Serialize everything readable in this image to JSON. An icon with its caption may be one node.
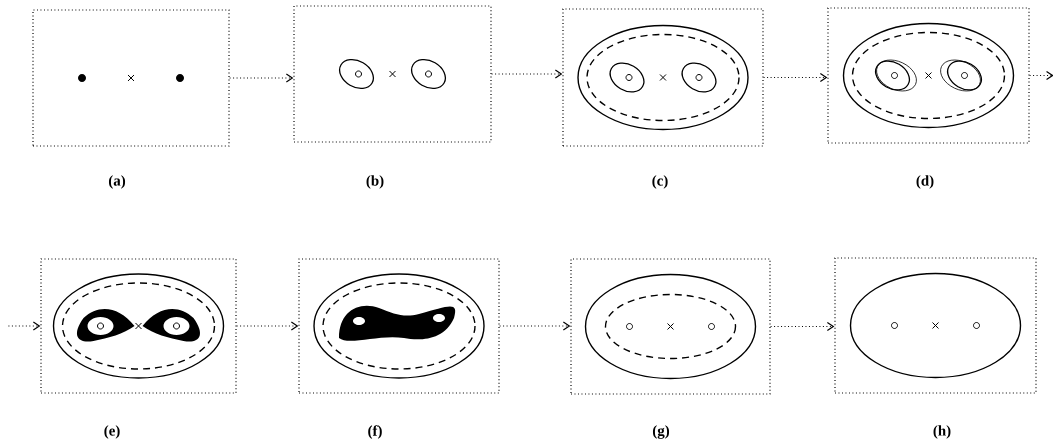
{
  "diagram": {
    "nodes": [
      {
        "text": [],
        "shape": "box",
        "beside": [
          "(a)"
        ]
      },
      {
        "text": [],
        "shape": "box",
        "beside": [
          "(b)"
        ]
      },
      {
        "text": [],
        "shape": "box",
        "beside": [
          "(c)"
        ]
      },
      {
        "text": [],
        "shape": "box",
        "beside": [
          "(d)"
        ]
      },
      {
        "text": [],
        "shape": "box",
        "beside": [
          "(e)"
        ]
      },
      {
        "text": [],
        "shape": "box",
        "beside": [
          "(f)"
        ]
      },
      {
        "text": [],
        "shape": "box",
        "beside": [
          "(g)"
        ]
      },
      {
        "text": [],
        "shape": "box",
        "beside": [
          "(h)"
        ]
      }
    ],
    "edges": [
      {
        "from": 0,
        "to": 1,
        "arrow": "to"
      },
      {
        "from": 1,
        "to": 2,
        "arrow": "to"
      },
      {
        "from": 2,
        "to": 3,
        "arrow": "to"
      },
      {
        "from": 3,
        "to": null,
        "arrow": "to"
      },
      {
        "from": null,
        "to": 4,
        "arrow": "to"
      },
      {
        "from": 4,
        "to": 5,
        "arrow": "to"
      },
      {
        "from": 5,
        "to": 6,
        "arrow": "to"
      },
      {
        "from": 6,
        "to": 7,
        "arrow": "to"
      }
    ]
  }
}
